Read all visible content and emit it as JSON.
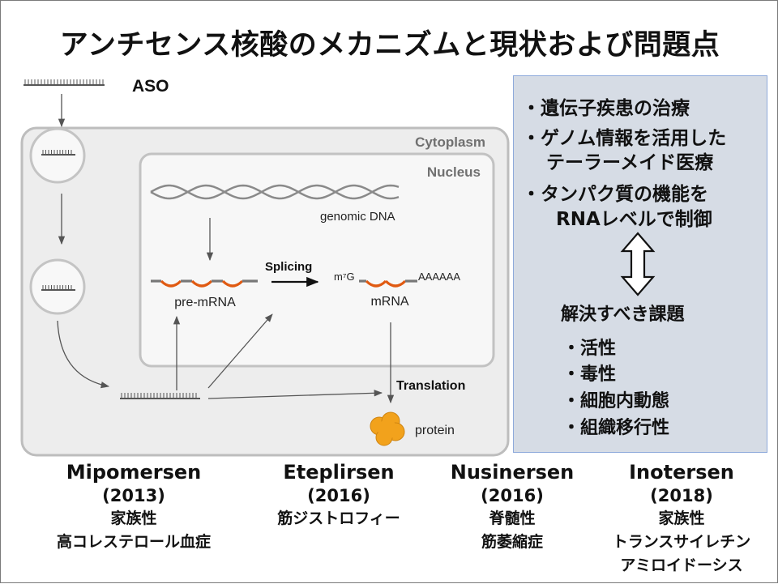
{
  "title": "アンチセンス核酸のメカニズムと現状および問題点",
  "diagram": {
    "aso_label": "ASO",
    "cytoplasm_label": "Cytoplasm",
    "nucleus_label": "Nucleus",
    "genomic_dna_label": "genomic DNA",
    "pre_mrna_label": "pre-mRNA",
    "splicing_label": "Splicing",
    "cap_label": "m⁷G",
    "polya_label": "AAAAAA",
    "mrna_label": "mRNA",
    "translation_label": "Translation",
    "protein_label": "protein",
    "colors": {
      "rna": "#e05a12",
      "protein": "#f2a21c",
      "cell": "#ededed",
      "nucleus": "#f7f7f7"
    }
  },
  "panel": {
    "bullet1": "・遺伝子疾患の治療",
    "bullet2_line1": "・ゲノム情報を活用した",
    "bullet2_line2": "テーラーメイド医療",
    "bullet3_line1": "・タンパク質の機能を",
    "bullet3_line2": "RNAレベルで制御",
    "issues_title": "解決すべき課題",
    "issues": [
      "・活性",
      "・毒性",
      "・細胞内動態",
      "・組織移行性"
    ],
    "background": "#d6dce5"
  },
  "drugs": [
    {
      "name": "Mipomersen",
      "year": "(2013)",
      "indication": [
        "家族性",
        "高コレステロール血症"
      ]
    },
    {
      "name": "Eteplirsen",
      "year": "(2016)",
      "indication": [
        "筋ジストロフィー"
      ]
    },
    {
      "name": "Nusinersen",
      "year": "(2016)",
      "indication": [
        "脊髄性",
        "筋萎縮症"
      ]
    },
    {
      "name": "Inotersen",
      "year": "(2018)",
      "indication": [
        "家族性",
        "トランスサイレチン",
        "アミロイドーシス"
      ]
    }
  ]
}
